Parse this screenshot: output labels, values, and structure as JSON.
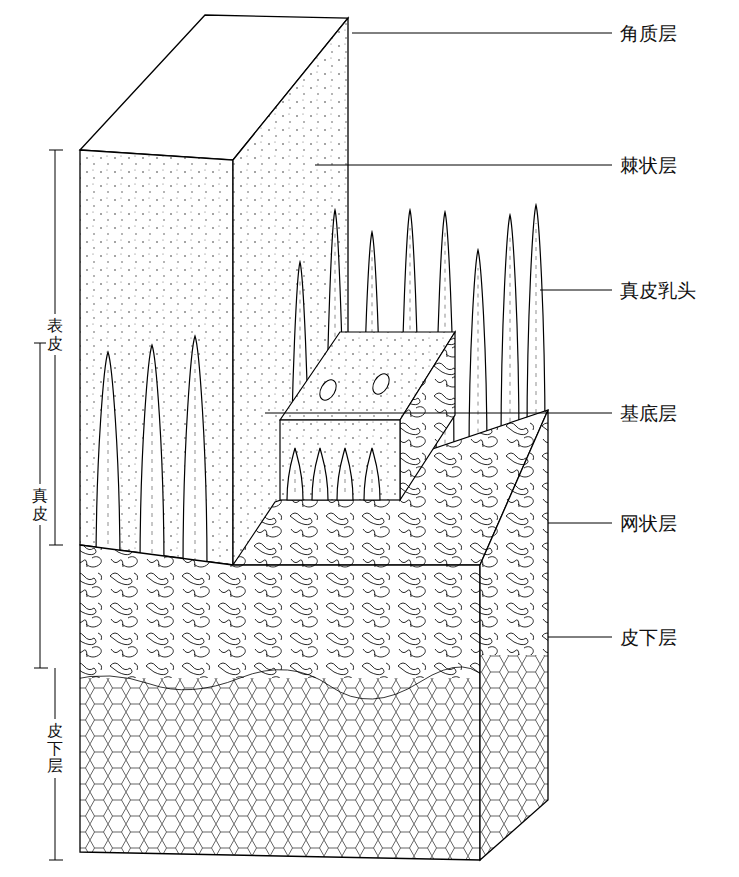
{
  "diagram": {
    "labels": [
      "角质层",
      "棘状层",
      "真皮乳头",
      "基底层",
      "网状层",
      "皮下层",
      "表皮",
      "真皮",
      "皮下层"
    ]
  }
}
